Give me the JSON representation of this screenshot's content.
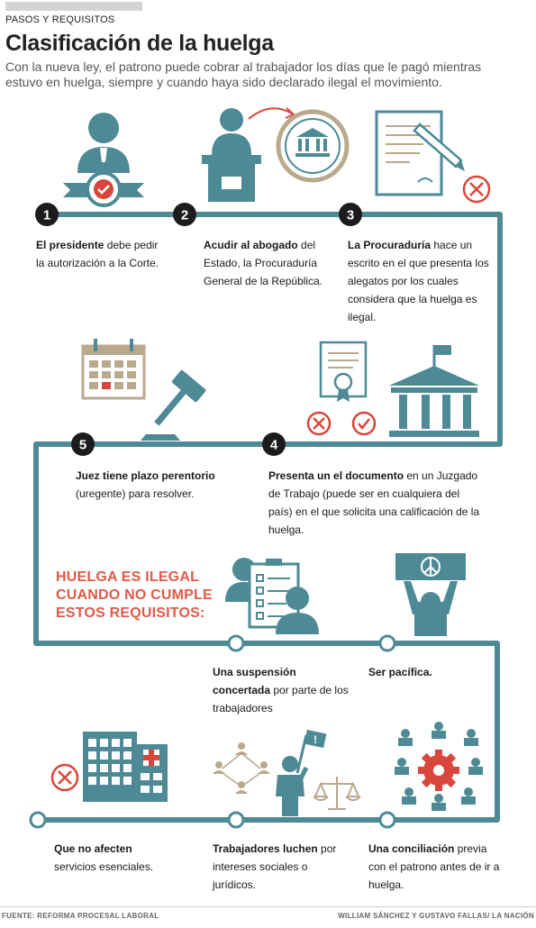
{
  "header": {
    "kicker": "PASOS Y REQUISITOS",
    "title": "Clasificación de la huelga",
    "subtitle": "Con la nueva ley, el patrono puede cobrar al trabajador los días que le pagó mientras estuvo en huelga, siempre y cuando haya sido declarado ilegal el movimiento."
  },
  "steps": [
    {
      "number": "1",
      "bold": "El presidente",
      "rest": " debe pedir la autorización a la Corte."
    },
    {
      "number": "2",
      "bold": "Acudir al abogado",
      "rest": " del Estado, la Procuraduría General de la República."
    },
    {
      "number": "3",
      "bold": "La Procuraduría",
      "rest": " hace un escrito en el que presenta los alegatos por los cuales considera que la huelga es ilegal."
    },
    {
      "number": "4",
      "bold": "Presenta un el documento",
      "rest": " en un Juzgado de Trabajo (puede ser en cualquiera del país) en el que solicita una calificación de la huelga."
    },
    {
      "number": "5",
      "bold": "Juez tiene plazo perentorio",
      "rest": " (uregente) para resolver."
    }
  ],
  "warning": [
    "HUELGA ES ILEGAL",
    "CUANDO NO CUMPLE",
    "ESTOS REQUISITOS:"
  ],
  "requirements": [
    {
      "bold": "Una suspensión concertada",
      "rest": " por parte de los trabajadores"
    },
    {
      "bold": "Ser pacífica.",
      "rest": ""
    },
    {
      "bold": "Que no afecten",
      "rest": " servicios esenciales."
    },
    {
      "bold": "Trabajadores luchen",
      "rest": " por intereses sociales o jurídicos."
    },
    {
      "bold": "Una conciliación",
      "rest": " previa con el patrono antes de ir a huelga."
    }
  ],
  "footer": {
    "source": "FUENTE: REFORMA PROCESAL LABORAL",
    "credit": "WILLIAM SÁNCHEZ Y GUSTAVO FALLAS/ LA NACIÓN"
  },
  "colors": {
    "teal": "#4d8a96",
    "dark": "#1c1c1c",
    "red": "#d9463b",
    "tan": "#b9a98d"
  },
  "icons": [
    "president-icon",
    "lawyer-podium-icon",
    "court-building-icon",
    "document-pen-icon",
    "calendar-icon",
    "gavel-icon",
    "certificate-icon",
    "courthouse-icon",
    "checklist-icon",
    "peace-sign-icon",
    "hospital-icon",
    "network-icon",
    "protester-icon",
    "scales-icon",
    "gear-people-icon"
  ]
}
